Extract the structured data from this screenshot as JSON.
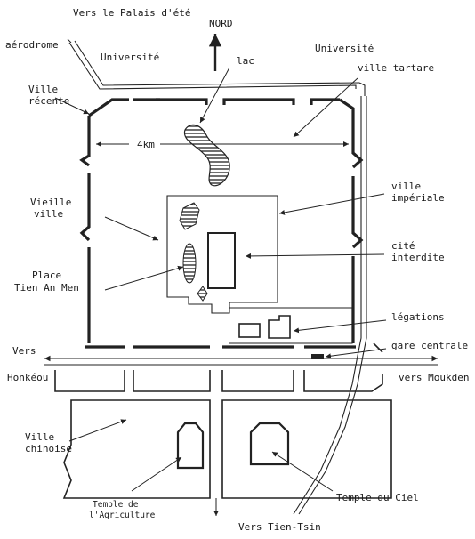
{
  "title": "",
  "labels": {
    "summer_palace": "Vers le Palais d'été",
    "north": "NORD",
    "airfield": "aérodrome",
    "university_left": "Université",
    "university_right": "Université",
    "lake": "lac",
    "tartar_city": "ville tartare",
    "new_city_1": "Ville",
    "new_city_2": "récente",
    "scale": "4km",
    "imperial_city_1": "ville",
    "imperial_city_2": "impériale",
    "old_city_1": "Vieille",
    "old_city_2": "ville",
    "forbidden_city_1": "cité",
    "forbidden_city_2": "interdite",
    "square_1": "Place",
    "square_2": "Tien An Men",
    "legations": "légations",
    "to_west": "Vers",
    "west_dest": "Honkéou",
    "central_station": "gare centrale",
    "to_mukden": "vers Moukden",
    "chinese_city_1": "Ville",
    "chinese_city_2": "chinoise",
    "temple_agri_1": "Temple de",
    "temple_agri_2": "l'Agriculture",
    "temple_heaven": "Temple du Ciel",
    "to_tientsin": "Vers Tien-Tsin"
  },
  "colors": {
    "ink": "#222222",
    "paper": "#ffffff"
  }
}
